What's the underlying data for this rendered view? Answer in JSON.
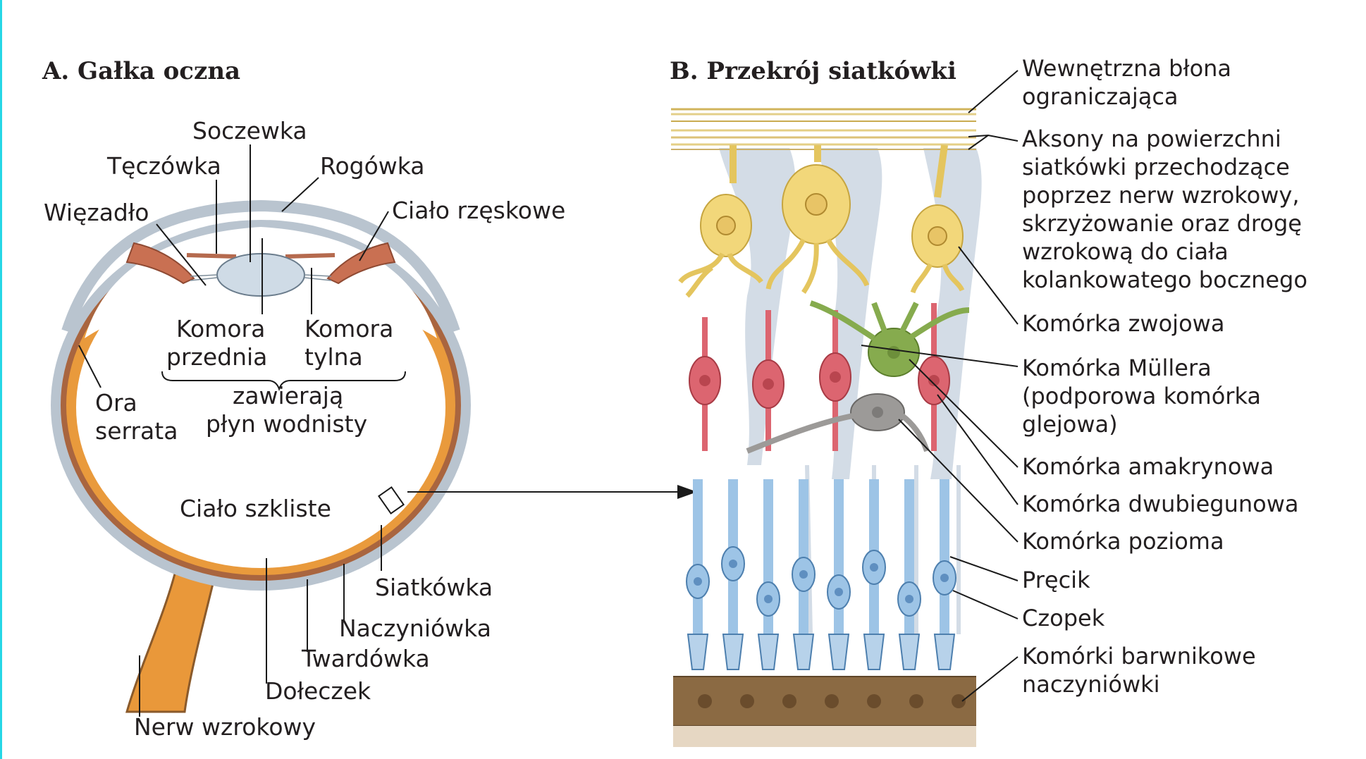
{
  "panel_a": {
    "title": "A. Gałka oczna",
    "labels": {
      "soczewka": "Soczewka",
      "teczowka": "Tęczówka",
      "rogowka": "Rogówka",
      "wiezadlo": "Więzadło",
      "cialo_rzeskowe": "Ciało rzęskowe",
      "komora_przednia_1": "Komora",
      "komora_przednia_2": "przednia",
      "komora_tylna_1": "Komora",
      "komora_tylna_2": "tylna",
      "zawieraja_1": "zawierają",
      "zawieraja_2": "płyn wodnisty",
      "ora_1": "Ora",
      "ora_2": "serrata",
      "cialo_szkliste": "Ciało szkliste",
      "siatkowka": "Siatkówka",
      "naczyniowka": "Naczyniówka",
      "twardowka": "Twardówka",
      "doleczek": "Dołeczek",
      "nerw": "Nerw wzrokowy"
    }
  },
  "panel_b": {
    "title": "B. Przekrój siatkówki",
    "labels": {
      "blona_1": "Wewnętrzna błona",
      "blona_2": "ograniczająca",
      "aksony_1": "Aksony na powierzchni",
      "aksony_2": "siatkówki przechodzące",
      "aksony_3": "poprzez nerw wzrokowy,",
      "aksony_4": "skrzyżowanie oraz drogę",
      "aksony_5": "wzrokową do ciała",
      "aksony_6": "kolankowatego bocznego",
      "zwojowa": "Komórka zwojowa",
      "muller_1": "Komórka Müllera",
      "muller_2": "(podporowa komórka",
      "muller_3": "glejowa)",
      "amakrynowa": "Komórka amakrynowa",
      "dwubiegunowa": "Komórka dwubiegunowa",
      "pozioma": "Komórka pozioma",
      "precik": "Pręcik",
      "czopek": "Czopek",
      "barwnikowe_1": "Komórki barwnikowe",
      "barwnikowe_2": "naczyniówki"
    }
  },
  "colors": {
    "sclera": "#b9c4cf",
    "choroid": "#a9653f",
    "retina": "#e99a3c",
    "lens": "#cfdbe6",
    "ganglion": "#f2d77a",
    "bipolar": "#dc6570",
    "amacrine": "#86ab4e",
    "horizontal": "#9c9a98",
    "photoreceptor": "#9dc4e6",
    "muller": "#d3dce6",
    "pigment": "#8b6a43"
  }
}
